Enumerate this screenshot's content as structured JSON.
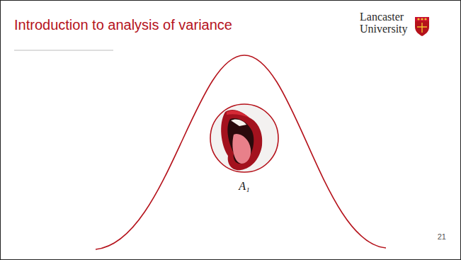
{
  "diagram": {
    "title": "Introduction to analysis of variance",
    "labels": [
      "Lancaster University",
      "A₁",
      "21"
    ]
  }
}
